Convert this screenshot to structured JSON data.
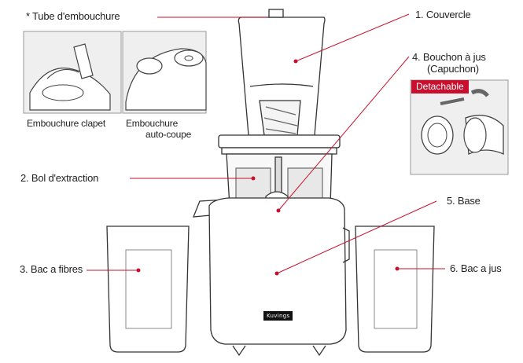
{
  "labels": {
    "tube": "* Tube d'embouchure",
    "couvercle": "1. Couvercle",
    "bouchon_line1": "4.  Bouchon à jus",
    "bouchon_line2": "(Capuchon)",
    "detachable": "Detachable",
    "embouchure_clapet": "Embouchure clapet",
    "embouchure_word": "Embouchure",
    "auto_coupe": "auto-coupe",
    "bol": "2. Bol d'extraction",
    "base": "5. Base",
    "bac_fibres": "3. Bac a fibres",
    "bac_jus": "6. Bac a jus",
    "brand": "Kuvings"
  },
  "colors": {
    "leader": "#c8102e",
    "outline": "#333333",
    "panel": "#eeeeee",
    "fill": "#f7f7f7"
  }
}
